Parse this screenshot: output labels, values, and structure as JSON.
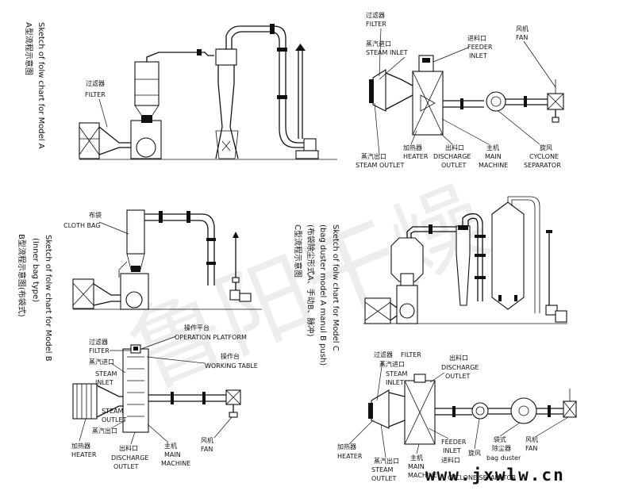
{
  "watermark": "鲁阳干燥",
  "website": "www.jxwlw.cn",
  "model_a": {
    "caption_cn": "A型流程示意图",
    "caption_en": "Sketch of folw chart for Model A",
    "side": {
      "filter_cn": "过滤器",
      "filter_en": "FILTER"
    },
    "top": {
      "filter_cn": "过滤器",
      "filter_en": "FILTER",
      "steam_inlet_cn": "蒸汽进口",
      "steam_inlet_en": "STEAM INLET",
      "feeder_cn": "进料口",
      "feeder_en1": "FEEDER",
      "feeder_en2": "INLET",
      "fan_cn": "风机",
      "fan_en": "FAN",
      "heater_cn": "加热器",
      "heater_en": "HEATER",
      "discharge_cn": "出料口",
      "discharge_en1": "DISCHARGE",
      "discharge_en2": "OUTLET",
      "main_cn": "主机",
      "main_en1": "MAIN",
      "main_en2": "MACHINE",
      "cyclone_cn": "旋风",
      "cyclone_en1": "CYCLONE",
      "cyclone_en2": "SEPARATOR",
      "steam_outlet_cn": "蒸汽出口",
      "steam_outlet_en": "STEAM OUTLET"
    }
  },
  "model_b": {
    "caption_cn": "B型流程示意图(布袋式)",
    "caption_en": "Sketch of folw chart for Model B",
    "caption_sub": "(Inner bag type)",
    "side": {
      "cloth_bag_cn": "布袋",
      "cloth_bag_en": "CLOTH BAG"
    },
    "top": {
      "platform_cn": "操作平台",
      "platform_en": "OPERATION PLATFORM",
      "filter_cn": "过滤器",
      "filter_en": "FILTER",
      "table_cn": "操作台",
      "table_en": "WORKING TABLE",
      "steam_inlet_cn": "蒸汽进口",
      "steam_inlet_en1": "STEAM",
      "steam_inlet_en2": "INLET",
      "steam_outlet_en1": "STEAM",
      "steam_outlet_en2": "OUTLET",
      "steam_outlet_cn": "蒸汽出口",
      "heater_cn": "加热器",
      "heater_en": "HEATER",
      "discharge_cn": "出料口",
      "discharge_en1": "DISCHARGE",
      "discharge_en2": "OUTLET",
      "main_cn": "主机",
      "main_en1": "MAIN",
      "main_en2": "MACHINE",
      "fan_cn": "风机",
      "fan_en": "FAN"
    }
  },
  "model_c": {
    "caption_cn": "C型流程示意图",
    "caption_en": "Sketch of folw chart for Model C",
    "caption_sub1": "(布袋除尘形式A、手动B、脉冲)",
    "caption_sub2": "(bag duster model A manul B push)",
    "top": {
      "filter_cn": "过滤器",
      "filter_en": "FILTER",
      "steam_inlet_cn": "蒸汽进口",
      "steam_inlet_en1": "STEAM",
      "steam_inlet_en2": "INLET",
      "discharge_cn": "出料口",
      "discharge_en1": "DISCHARGE",
      "discharge_en2": "OUTLET",
      "feeder_en1": "FEEDER",
      "feeder_en2": "INLET",
      "feeder_cn": "进料口",
      "bag_cn": "袋式",
      "bag_cn2": "除尘器",
      "bag_en": "bag duster",
      "fan_cn": "风机",
      "fan_en": "FAN",
      "heater_cn": "加热器",
      "heater_en": "HEATER",
      "steam_outlet_cn": "蒸汽出口",
      "steam_outlet_en1": "STEAM",
      "steam_outlet_en2": "OUTLET",
      "main_cn": "主机",
      "main_en1": "MAIN",
      "main_en2": "MACHINE",
      "cyclone_cn": "旋风",
      "cyclone_en": "CYCLONE SEPARATOR"
    }
  }
}
